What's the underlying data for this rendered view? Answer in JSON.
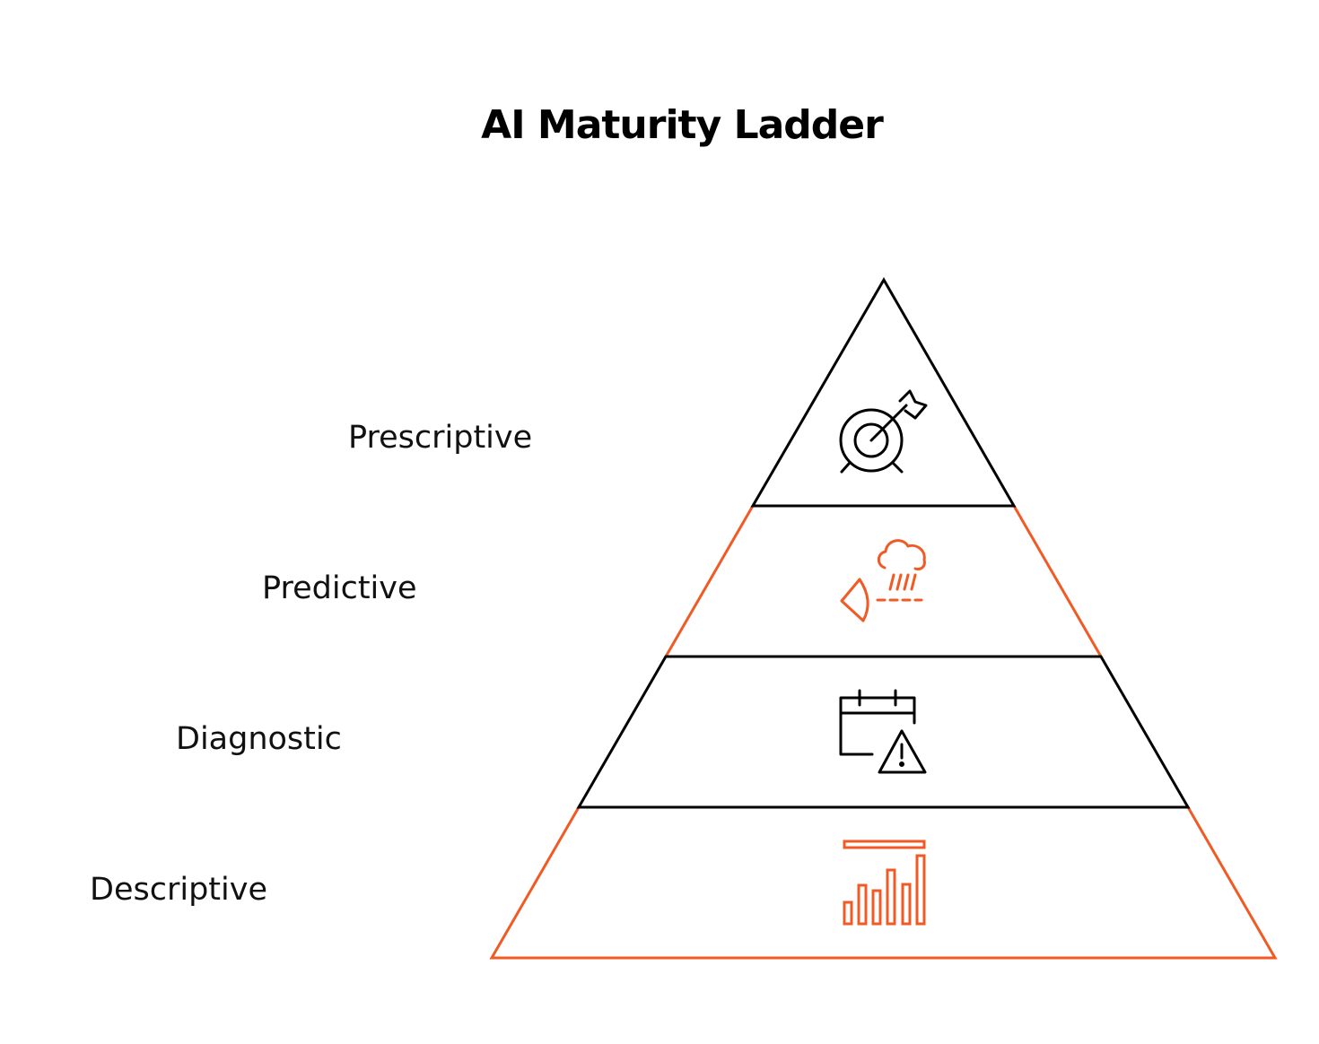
{
  "title": "AI Maturity Ladder",
  "colors": {
    "black": "#000000",
    "orange": "#F15A24"
  },
  "tiers": [
    {
      "label": "Prescriptive",
      "icon": "target-arrow-icon",
      "color": "#000000"
    },
    {
      "label": "Predictive",
      "icon": "weather-forecast-icon",
      "color": "#F15A24"
    },
    {
      "label": "Diagnostic",
      "icon": "calendar-warning-icon",
      "color": "#000000"
    },
    {
      "label": "Descriptive",
      "icon": "bar-chart-icon",
      "color": "#F15A24"
    }
  ]
}
